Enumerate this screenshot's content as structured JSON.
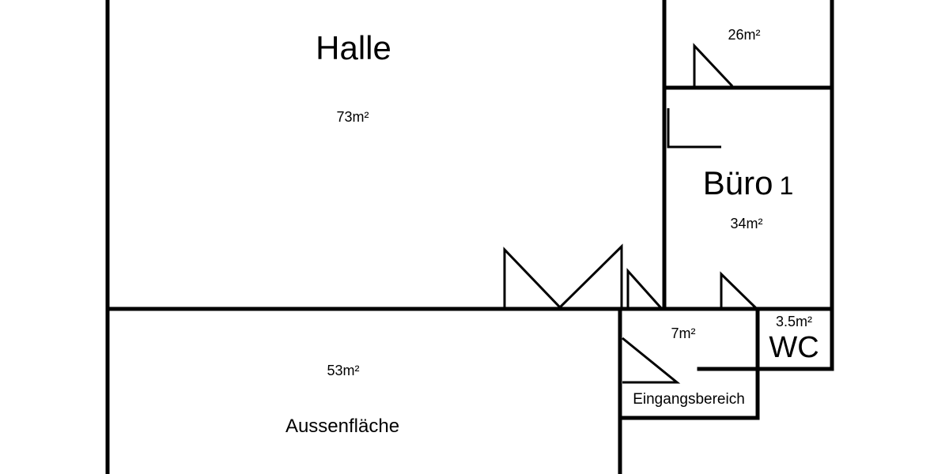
{
  "rooms": {
    "halle": {
      "name": "Halle",
      "area": "73m²"
    },
    "room_top_right": {
      "area": "26m²"
    },
    "buero1": {
      "name_main": "Büro",
      "name_number": "1",
      "area": "34m²"
    },
    "eingang": {
      "name": "Eingangsbereich",
      "area": "7m²"
    },
    "wc": {
      "name": "WC",
      "area": "3.5m²"
    },
    "aussen": {
      "name": "Aussenfläche",
      "area": "53m²"
    }
  },
  "colors": {
    "walls": "#000000",
    "background": "#ffffff"
  }
}
